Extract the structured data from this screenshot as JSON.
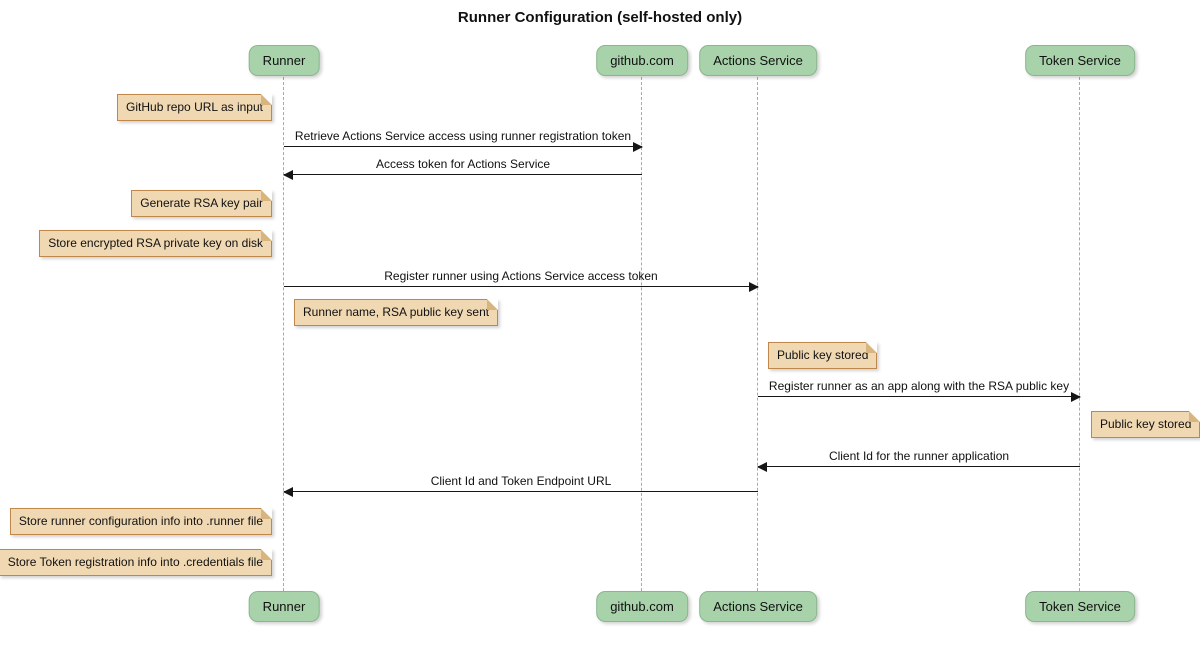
{
  "title": "Runner Configuration (self-hosted only)",
  "participants": [
    {
      "name": "Runner"
    },
    {
      "name": "github.com"
    },
    {
      "name": "Actions Service"
    },
    {
      "name": "Token Service"
    }
  ],
  "messages": [
    {
      "from": "Runner",
      "to": "github.com",
      "text": "Retrieve Actions Service access using runner registration token"
    },
    {
      "from": "github.com",
      "to": "Runner",
      "text": "Access token for Actions Service"
    },
    {
      "from": "Runner",
      "to": "Actions Service",
      "text": "Register runner using Actions Service access token"
    },
    {
      "from": "Actions Service",
      "to": "Token Service",
      "text": "Register runner as an app along with the RSA public key"
    },
    {
      "from": "Token Service",
      "to": "Actions Service",
      "text": "Client Id for the runner application"
    },
    {
      "from": "Actions Service",
      "to": "Runner",
      "text": "Client Id and Token Endpoint URL"
    }
  ],
  "notes": [
    {
      "anchor": "Runner",
      "side": "left",
      "text": "GitHub repo URL as input"
    },
    {
      "anchor": "Runner",
      "side": "left",
      "text": "Generate RSA key pair"
    },
    {
      "anchor": "Runner",
      "side": "left",
      "text": "Store encrypted RSA private key on disk"
    },
    {
      "anchor": "Runner",
      "side": "right",
      "text": "Runner name, RSA public key sent"
    },
    {
      "anchor": "Actions Service",
      "side": "right",
      "text": "Public key stored"
    },
    {
      "anchor": "Token Service",
      "side": "right",
      "text": "Public key stored"
    },
    {
      "anchor": "Runner",
      "side": "left",
      "text": "Store runner configuration info into .runner file"
    },
    {
      "anchor": "Runner",
      "side": "left",
      "text": "Store Token registration info into .credentials file"
    }
  ],
  "colors": {
    "background": "#ffffff",
    "participant_fill": "#a8d2aa",
    "participant_border": "#8bb68d",
    "note_fill": "#f0d8b2",
    "note_border": "#c0874d",
    "lifeline": "#a9a9a9",
    "arrow": "#161616",
    "text": "#111111"
  }
}
